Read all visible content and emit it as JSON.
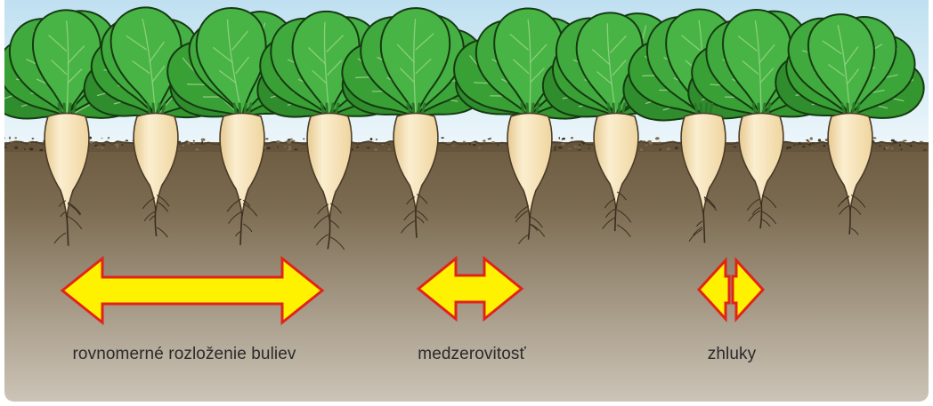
{
  "labels": {
    "even_distribution": "rovnomerné rozloženie buliev",
    "gaps": "medzerovitosť",
    "clusters": "zhluky"
  },
  "colors": {
    "arrow_fill": "#fff200",
    "arrow_stroke": "#e2231a",
    "leaf": "#3ca53a",
    "leaf_outline": "#163a12",
    "root": "#f3deb0",
    "soil_top": "#6d5b40",
    "soil_bottom": "#ccc4b7",
    "sky": "#c3e2f2"
  }
}
